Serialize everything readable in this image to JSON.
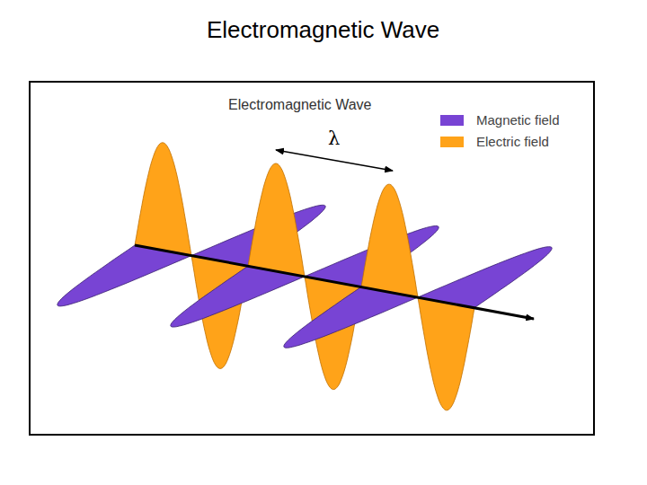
{
  "diagram": {
    "title": "Electromagnetic Wave",
    "labels": [
      "Electromagnetic Wave",
      "λ"
    ],
    "legend": [
      {
        "text": "Magnetic field",
        "color": "#7844d4"
      },
      {
        "text": "Electric field",
        "color": "#ffa319"
      }
    ]
  }
}
